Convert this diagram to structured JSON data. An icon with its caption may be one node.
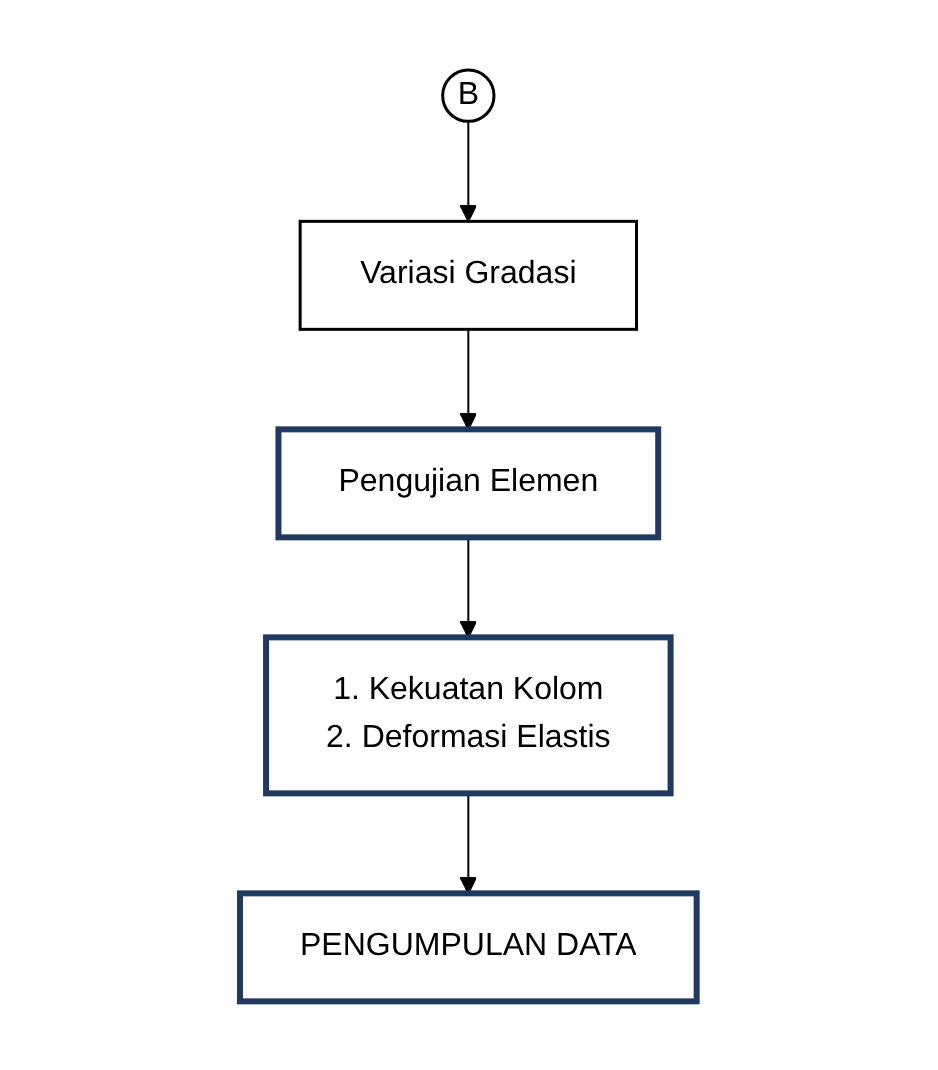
{
  "diagram": {
    "nodes": [
      {
        "text": [
          "B"
        ]
      },
      {
        "text": [
          "Variasi Gradasi"
        ]
      },
      {
        "text": [
          "Pengujian Elemen"
        ]
      },
      {
        "text": [
          "1. Kekuatan Kolom",
          "2. Deformasi Elastis"
        ]
      },
      {
        "text": [
          "PENGUMPULAN DATA"
        ]
      }
    ],
    "edges": [
      {
        "from": 0,
        "to": 1,
        "arrow": "to"
      },
      {
        "from": 1,
        "to": 2,
        "arrow": "to"
      },
      {
        "from": 2,
        "to": 3,
        "arrow": "to"
      },
      {
        "from": 3,
        "to": 4,
        "arrow": "to"
      }
    ]
  }
}
